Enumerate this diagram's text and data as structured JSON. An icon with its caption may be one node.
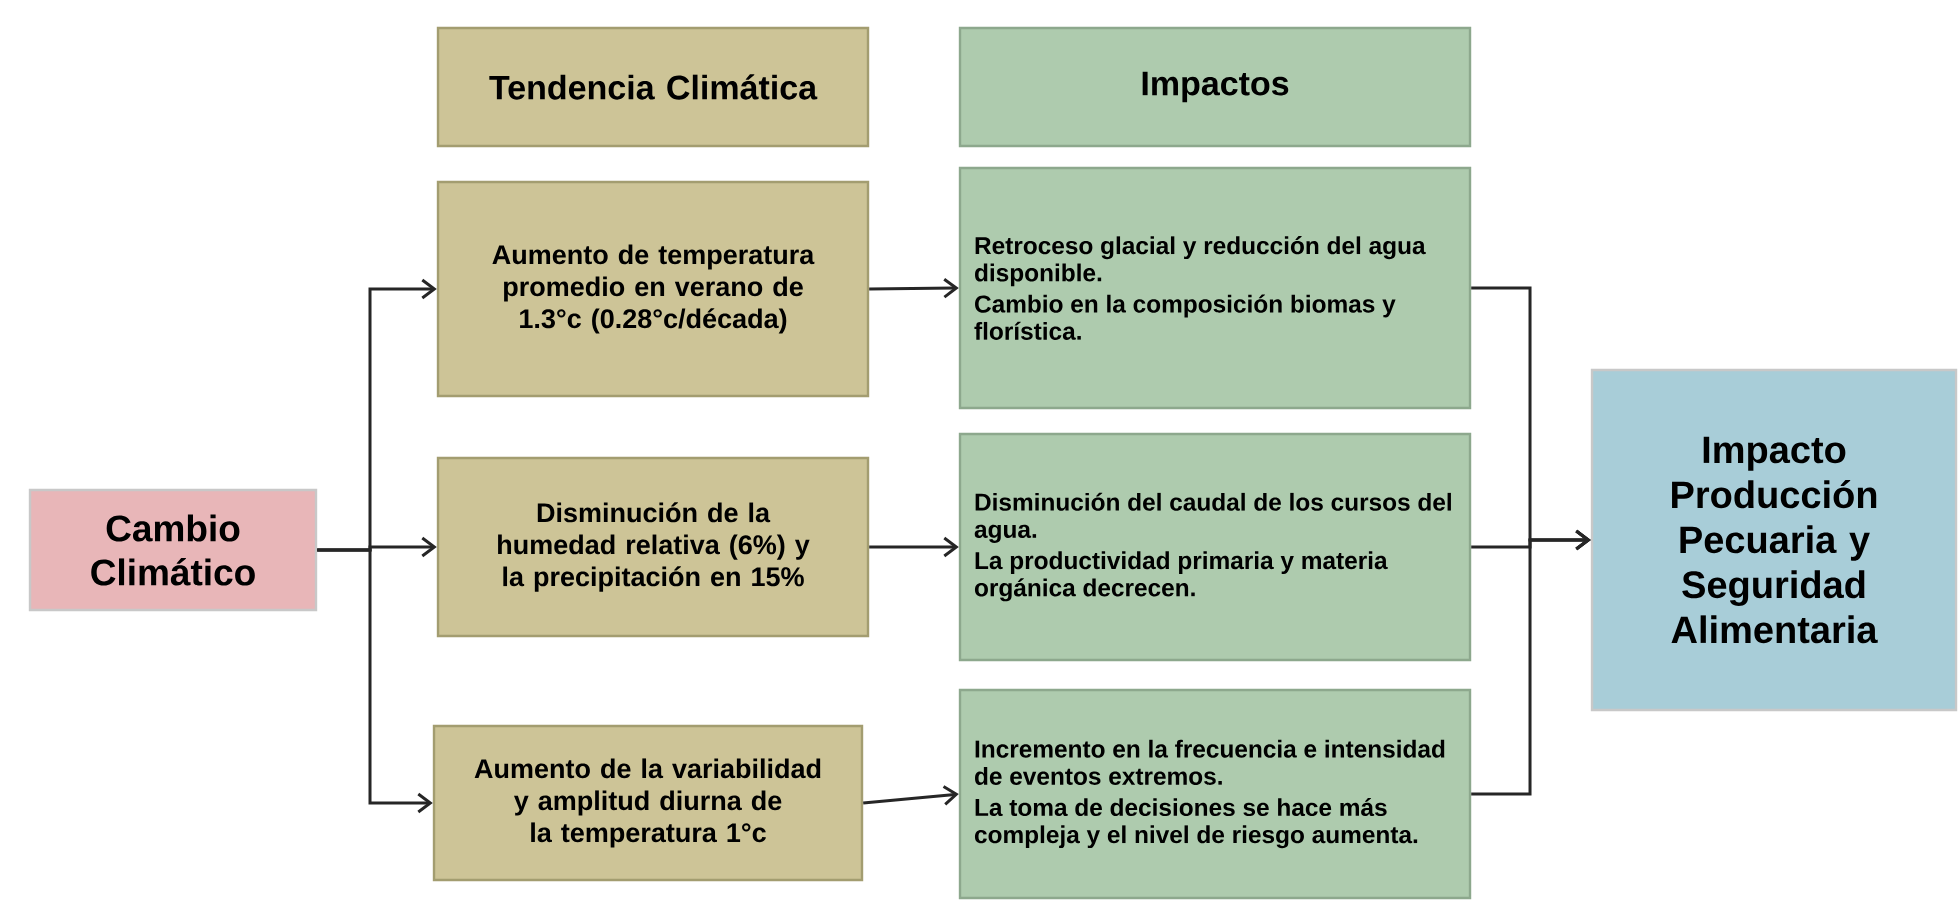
{
  "diagram": {
    "nodes": [
      {
        "text": [
          "Tendencia Climática"
        ]
      },
      {
        "text": [
          "Impactos"
        ]
      },
      {
        "text": [
          "Cambio Climático"
        ]
      },
      {
        "text": [
          "Aumento de temperatura promedio en verano de 1.3°c (0.28°c/década)"
        ]
      },
      {
        "text": [
          "Disminución de la humedad relativa (6%) y la precipitación en 15%"
        ]
      },
      {
        "text": [
          "Aumento de la variabilidad y amplitud diurna de la temperatura 1°c"
        ]
      },
      {
        "text": [
          "Retroceso glacial y reducción del agua disponible.",
          "Cambio en la composición biomas y florística."
        ]
      },
      {
        "text": [
          "Disminución del caudal de los cursos del agua.",
          "La productividad primaria y materia orgánica decrecen."
        ]
      },
      {
        "text": [
          "Incremento en la frecuencia e intensidad de eventos extremos.",
          "La toma de decisiones se hace más compleja y el nivel de riesgo aumenta."
        ]
      },
      {
        "text": [
          "Impacto Producción Pecuaria y Seguridad Alimentaria"
        ]
      }
    ],
    "edges": [
      {
        "from": 2,
        "to": 3,
        "arrow": "to"
      },
      {
        "from": 2,
        "to": 4,
        "arrow": "to"
      },
      {
        "from": 2,
        "to": 5,
        "arrow": "to"
      },
      {
        "from": 3,
        "to": 6,
        "arrow": "to"
      },
      {
        "from": 4,
        "to": 7,
        "arrow": "to"
      },
      {
        "from": 5,
        "to": 8,
        "arrow": "to"
      },
      {
        "from": 6,
        "to": 9,
        "arrow": "to"
      },
      {
        "from": 7,
        "to": 9,
        "arrow": "to"
      },
      {
        "from": 8,
        "to": 9,
        "arrow": "to"
      }
    ]
  }
}
